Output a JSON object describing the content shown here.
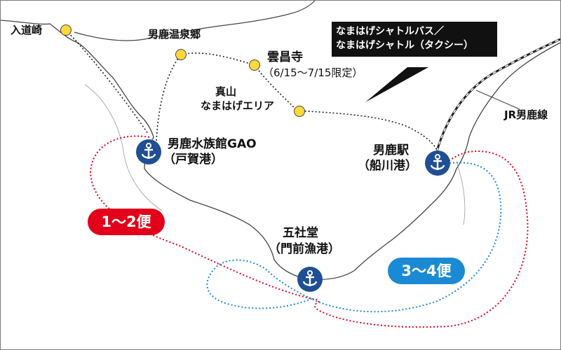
{
  "colors": {
    "red_route": "#e2001a",
    "blue_route": "#1a8ad4",
    "port_badge": "#1f4f94",
    "stop_dot": "#ffd83a",
    "callout_bg": "#111111",
    "land_bg": "#ffffff",
    "coast": "#333333"
  },
  "stops": {
    "nyudouzaki": "入道崎",
    "oga_onsen": "男鹿温泉郷",
    "unshoji": "雲昌寺",
    "unshoji_period": "（6/15〜7/15限定）",
    "shinzan_line1": "真山",
    "shinzan_line2": "なまはげエリア"
  },
  "ports": {
    "gao_line1": "男鹿水族館GAO",
    "gao_line2": "（戸賀港）",
    "oga_station_line1": "男鹿駅",
    "oga_station_line2": "（船川港）",
    "gosyado_line1": "五社堂",
    "gosyado_line2": "（門前漁港）"
  },
  "callout": {
    "line1": "なまはげシャトルバス／",
    "line2": "なまはげシャトル（タクシー）"
  },
  "rail": {
    "label": "JR男鹿線"
  },
  "routes": {
    "red_label": "1〜2便",
    "blue_label": "3〜4便"
  },
  "icons": {
    "port": "anchor-icon",
    "stop": "yellow-dot"
  }
}
